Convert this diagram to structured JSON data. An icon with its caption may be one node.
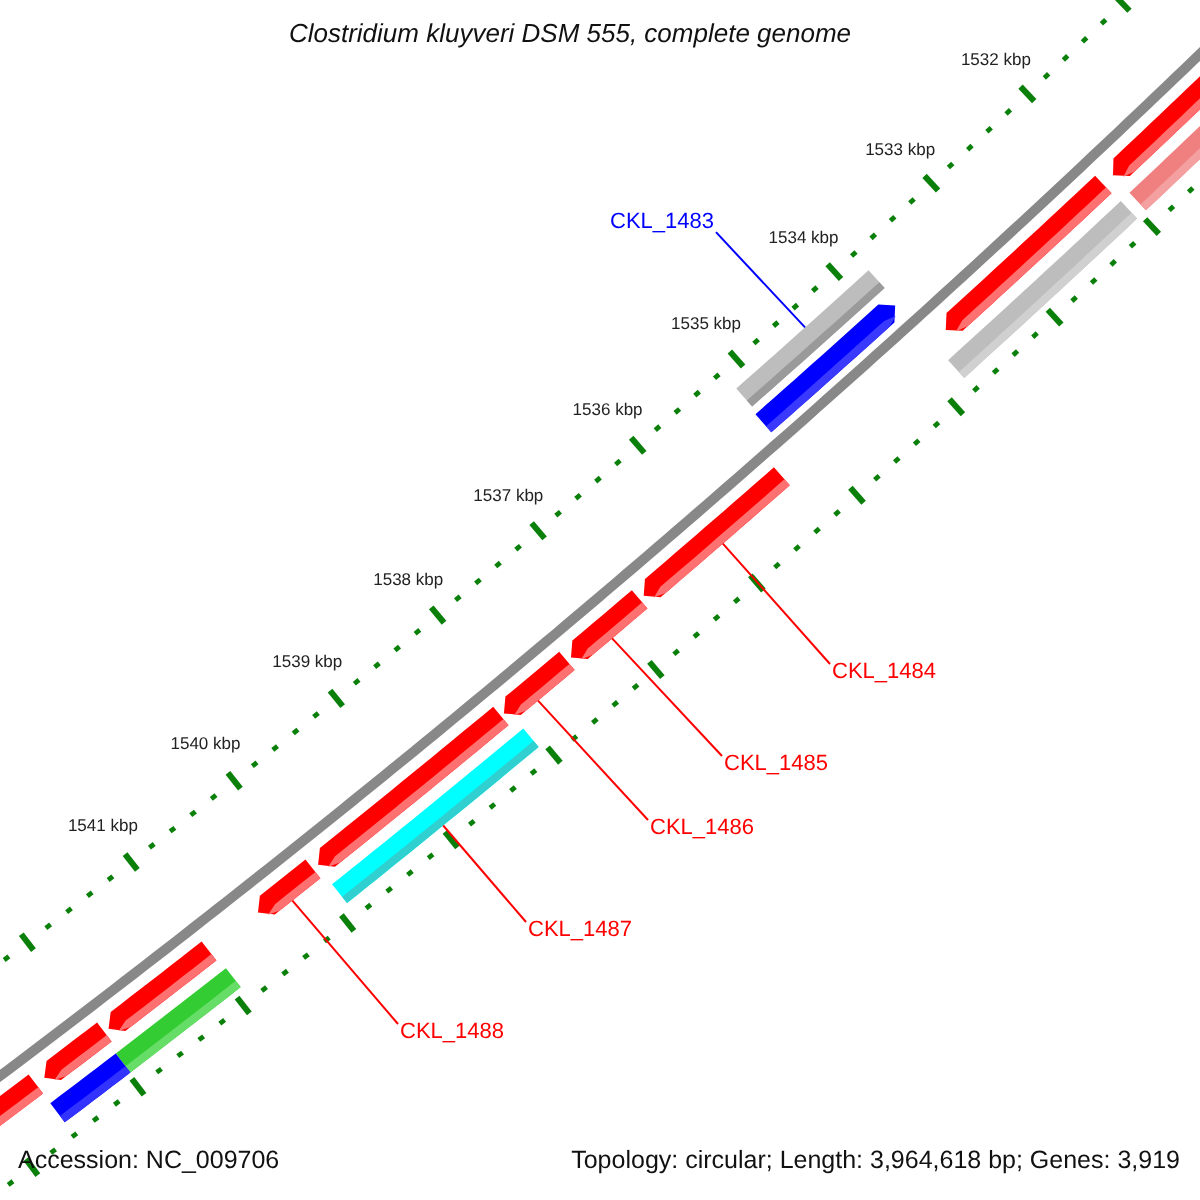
{
  "diagram": {
    "title": "Clostridium kluyveri DSM 555, complete genome",
    "nodes": [
      {
        "text": [
          "CKL_1483"
        ]
      },
      {
        "text": [],
        "shape": "arrow"
      },
      {
        "text": [
          "CKL_1484"
        ]
      },
      {
        "text": [],
        "shape": "arrow"
      },
      {
        "text": [
          "CKL_1485"
        ]
      },
      {
        "text": [],
        "shape": "arrow"
      },
      {
        "text": [
          "CKL_1486"
        ]
      },
      {
        "text": [],
        "shape": "arrow"
      },
      {
        "text": [
          "CKL_1487"
        ]
      },
      {
        "text": [],
        "shape": "arrow"
      },
      {
        "text": [
          "CKL_1488"
        ]
      },
      {
        "text": [],
        "shape": "arrow"
      },
      {
        "text": [],
        "shape": "arrow"
      },
      {
        "text": [],
        "shape": "bar"
      },
      {
        "text": [],
        "shape": "arrow"
      },
      {
        "text": [],
        "shape": "bar"
      },
      {
        "text": [],
        "shape": "bar"
      },
      {
        "text": [],
        "shape": "bar"
      },
      {
        "text": [],
        "shape": "arrow"
      },
      {
        "text": [],
        "shape": "bar"
      },
      {
        "text": [],
        "shape": "arrow"
      },
      {
        "text": [],
        "shape": "bar"
      },
      {
        "text": [],
        "shape": "arrow"
      }
    ],
    "edges": [
      {
        "from": 0,
        "to": 16,
        "arrow": "none",
        "color": "#0000ff"
      },
      {
        "from": 2,
        "to": 3,
        "arrow": "none"
      },
      {
        "from": 4,
        "to": 5,
        "arrow": "none"
      },
      {
        "from": 6,
        "to": 7,
        "arrow": "none"
      },
      {
        "from": 8,
        "to": 17,
        "arrow": "none"
      },
      {
        "from": 10,
        "to": 11,
        "arrow": "none"
      }
    ],
    "labels": [
      "1532 kbp",
      "1533 kbp",
      "1534 kbp",
      "1535 kbp",
      "1536 kbp",
      "1537 kbp",
      "1538 kbp",
      "1539 kbp",
      "1540 kbp",
      "1541 kbp",
      "Accession: NC_009706",
      "Topology: circular; Length: 3,964,618 bp; Genes: 3,919"
    ]
  }
}
